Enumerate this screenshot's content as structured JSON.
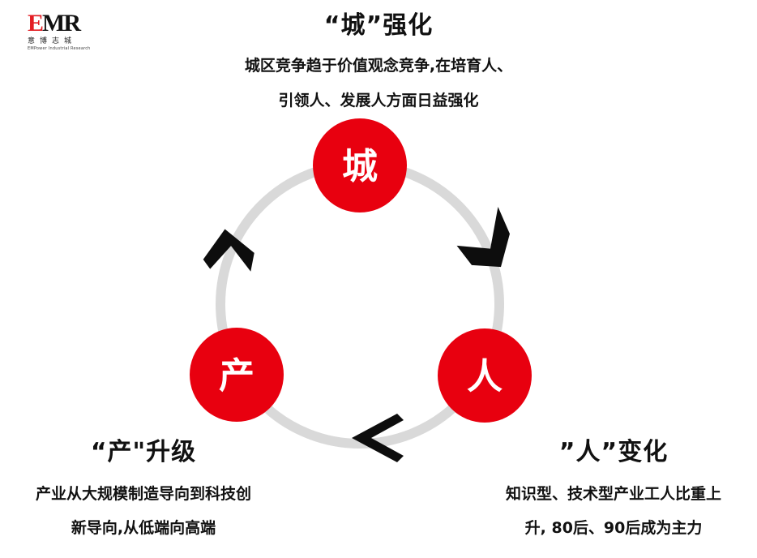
{
  "logo": {
    "mark": "EMR",
    "cn": "意博志城",
    "en": "EMPower Industrial Research"
  },
  "nodes": {
    "city": "城",
    "people": "人",
    "industry": "产"
  },
  "blocks": {
    "city": {
      "title": "“城”强化",
      "line1": "城区竞争趋于价值观念竞争,在培育人、",
      "line2": "引领人、发展人方面日益强化"
    },
    "industry": {
      "title": "“产\"升级",
      "line1": "产业从大规模制造导向到科技创",
      "line2": "新导向,从低端向高端"
    },
    "people": {
      "title": "”人”变化",
      "line1": "知识型、技术型产业工人比重上",
      "line2": "升, 80后、90后成为主力"
    }
  },
  "colors": {
    "accent": "#e8000f",
    "ring": "#d9d9d9",
    "arrow": "#0d0d0d",
    "text": "#111111"
  }
}
